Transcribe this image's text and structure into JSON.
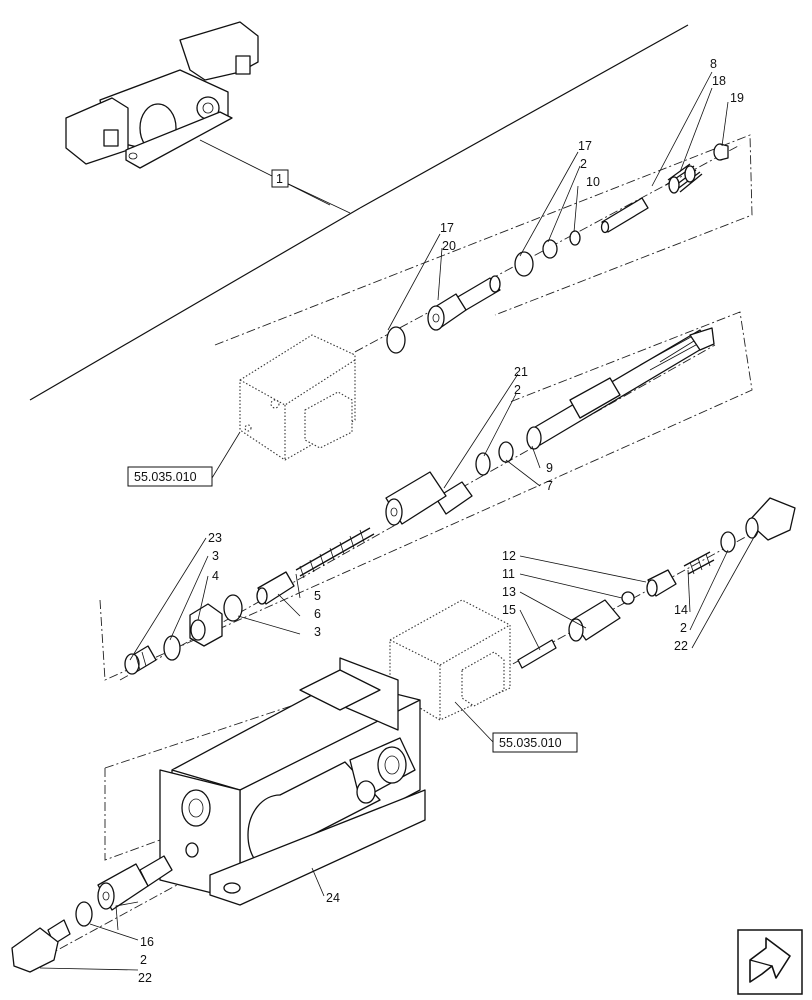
{
  "diagram": {
    "callouts": [
      "1",
      "2",
      "3",
      "4",
      "5",
      "6",
      "7",
      "8",
      "9",
      "10",
      "11",
      "12",
      "13",
      "14",
      "15",
      "16",
      "17",
      "18",
      "19",
      "20",
      "21",
      "22",
      "23",
      "24"
    ],
    "reference_boxes": [
      "55.035.010",
      "55.035.010"
    ],
    "assembly_label": "1",
    "corner_icon": "navigation-arrow-icon"
  },
  "labels": {
    "c8": "8",
    "c18": "18",
    "c19": "19",
    "c17a": "17",
    "c2a": "2",
    "c10": "10",
    "c17b": "17",
    "c20": "20",
    "c21": "21",
    "c2b": "2",
    "c9": "9",
    "c7": "7",
    "c23": "23",
    "c3a": "3",
    "c4": "4",
    "c5": "5",
    "c6": "6",
    "c3b": "3",
    "c12": "12",
    "c11": "11",
    "c13": "13",
    "c15": "15",
    "c14": "14",
    "c2c": "2",
    "c22a": "22",
    "c16": "16",
    "c2d": "2",
    "c22b": "22",
    "c24": "24",
    "c1": "1",
    "ref1": "55.035.010",
    "ref2": "55.035.010"
  }
}
